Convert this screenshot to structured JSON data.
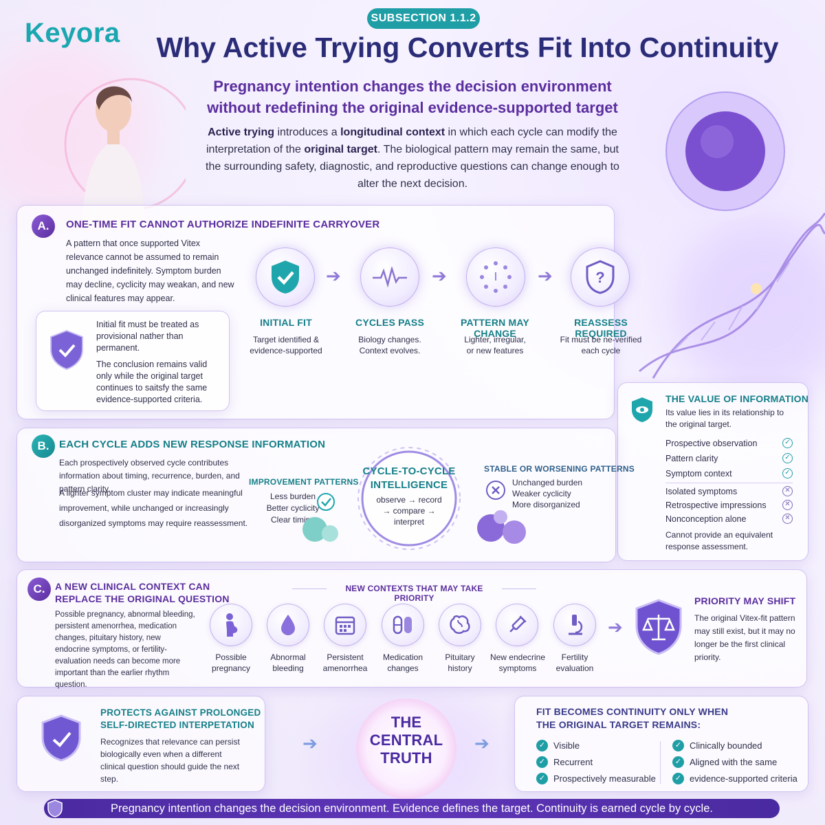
{
  "brand": {
    "logo_text": "Keyora"
  },
  "header": {
    "subsection": "SUBSECTION 1.1.2",
    "title": "Why Active Trying Converts Fit Into Continuity",
    "subtitle_line1": "Pregnancy intention changes the decision environment",
    "subtitle_line2": "without redefining the original evidence-supported target",
    "intro": {
      "p1": "Active trying",
      "p2": " introduces a ",
      "p3": "longitudinal context",
      "p4": " in which each cycle can modify the interpretation of the ",
      "p5": "original target",
      "p6": ". The biological pattern may remain the same, but the surrounding safety, diagnostic, and reproductive questions can change enough to alter the next decision."
    }
  },
  "section_a": {
    "badge": "A.",
    "heading": "ONE-TIME FIT CANNOT AUTHORIZE INDEFINITE CARRYOVER",
    "body": "A pattern that once supported Vitex relevance cannot be assumed to remain unchanged indefinitely. Symptom burden may decline, cyclicity may weakan, and new clinical features may appear.",
    "note_1": "Initial fit must be treated as provisional nather than permanent.",
    "note_2": "The conclusion remains valid only while the original target continues to saitsfy the same evidence-supported criteria.",
    "steps": [
      {
        "title": "INITIAL FIT",
        "line1": "Target identified &",
        "line2": "evidence-supported"
      },
      {
        "title": "CYCLES PASS",
        "line1": "Biology changes.",
        "line2": "Context evolves."
      },
      {
        "title": "PATTERN MAY CHANGE",
        "line1": "Lighter, irregular,",
        "line2": "or new features"
      },
      {
        "title": "REASSESS REQUIRED",
        "line1": "Fit must be ne-verified",
        "line2": "each cycle"
      }
    ]
  },
  "value_box": {
    "heading": "THE VALUE OF INFORMATION",
    "sub": "Its value lies in its relationship to the original target.",
    "positives": [
      "Prospective observation",
      "Pattern clarity",
      "Symptom context"
    ],
    "negatives": [
      "Isolated symptoms",
      "Retrospective impressions",
      "Nonconception alone"
    ],
    "footer": "Cannot provide an equivalent response assessment."
  },
  "section_b": {
    "badge": "B.",
    "heading": "EACH CYCLE ADDS NEW RESPONSE INFORMATION",
    "body_1": "Each prospectively observed cycle contributes information about timing, recurrence, burden, and pattern clarity.",
    "body_2": "A lighter symptom cluster may indicate meaningful improvement, while unchanged or increasingly disorganized symptoms may require reassessment.",
    "improvement": {
      "title": "IMPROVEMENT PATTERNS",
      "items": [
        "Less burden",
        "Better cyclicity",
        "Clear timing"
      ]
    },
    "center": {
      "title_1": "CYCLE-TO-CYCLE",
      "title_2": "INTELLIGENCE",
      "line_1": "observe → record",
      "line_2": "→ compare →",
      "line_3": "interpret"
    },
    "stable": {
      "title": "STABLE OR WORSENING PATTERNS",
      "items": [
        "Unchanged burden",
        "Weaker cyclicity",
        "More disorganized"
      ]
    }
  },
  "section_c": {
    "badge": "C.",
    "heading_1": "A NEW CLINICAL CONTEXT CAN",
    "heading_2": "REPLACE THE ORIGINAL QUESTION",
    "body": "Possible pregnancy, abnormal bleeding, persistent amenorrhea, medication changes, pituitary history, new endocrine symptoms, or fertility-evaluation needs can become more important than the earlier rhythm question.",
    "contexts_title": "NEW CONTEXTS THAT MAY TAKE PRIORITY",
    "contexts": [
      {
        "l1": "Possible",
        "l2": "pregnancy",
        "icon": "pregnancy-icon"
      },
      {
        "l1": "Abnormal",
        "l2": "bleeding",
        "icon": "drop-icon"
      },
      {
        "l1": "Persistent",
        "l2": "amenorrhea",
        "icon": "calendar-icon"
      },
      {
        "l1": "Medication",
        "l2": "changes",
        "icon": "pills-icon"
      },
      {
        "l1": "Pituitary",
        "l2": "history",
        "icon": "brain-icon"
      },
      {
        "l1": "New endecrine",
        "l2": "symptoms",
        "icon": "syringe-icon"
      },
      {
        "l1": "Fertility",
        "l2": "evaluation",
        "icon": "microscope-icon"
      }
    ],
    "priority_heading": "PRIORITY MAY SHIFT",
    "priority_body": "The original Vitex-fit pattern may still exist, but it may no longer be the first clinical priority."
  },
  "bottom": {
    "protect_heading_1": "PROTECTS AGAINST PROLONGED",
    "protect_heading_2": "SELF-DIRECTED INTERPETATION",
    "protect_body": "Recognizes that relevance can persist biologically even when a different clinical question should guide the next step.",
    "truth_1": "THE",
    "truth_2": "CENTRAL",
    "truth_3": "TRUTH",
    "fit_heading_1": "FIT BECOMES CONTINUITY ONLY WHEN",
    "fit_heading_2": "THE ORIGINAL TARGET REMAINS:",
    "fit_left": [
      "Visible",
      "Recurrent",
      "Prospectively measurable"
    ],
    "fit_right": [
      "Clinically bounded",
      "Aligned with the same",
      "evidence-supported criteria"
    ],
    "banner": "Pregnancy intention changes the decision environment. Evidence defines the target. Continuity is earned cycle by cycle."
  },
  "colors": {
    "teal": "#1f9ea6",
    "purple": "#5b2e9e",
    "navy": "#2b2c78"
  }
}
